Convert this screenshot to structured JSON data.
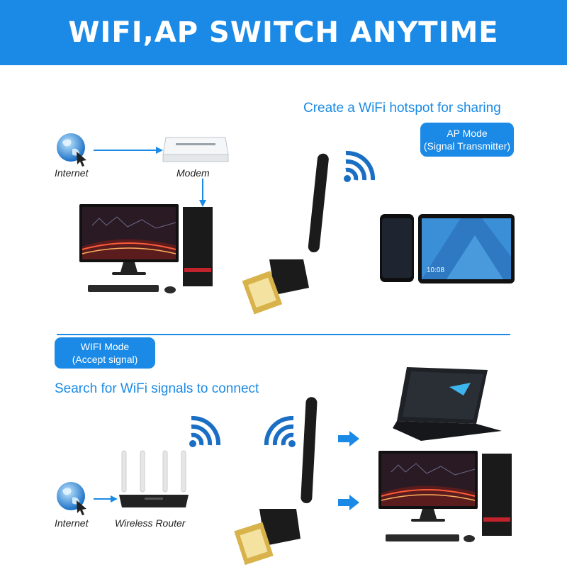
{
  "banner": {
    "title": "WIFI,AP SWITCH ANYTIME"
  },
  "ap_section": {
    "headline": "Create a WiFi hotspot for sharing",
    "badge_line1": "AP Mode",
    "badge_line2": "(Signal Transmitter)",
    "internet_label": "Internet",
    "modem_label": "Modem"
  },
  "wifi_section": {
    "badge_line1": "WIFI Mode",
    "badge_line2": "(Accept signal)",
    "headline": "Search for WiFi signals to connect",
    "internet_label": "Internet",
    "router_label": "Wireless Router"
  },
  "devices": {
    "tablet_clock": "10:08"
  },
  "colors": {
    "accent": "#1a8ae6",
    "dark": "#1b1b1b"
  }
}
